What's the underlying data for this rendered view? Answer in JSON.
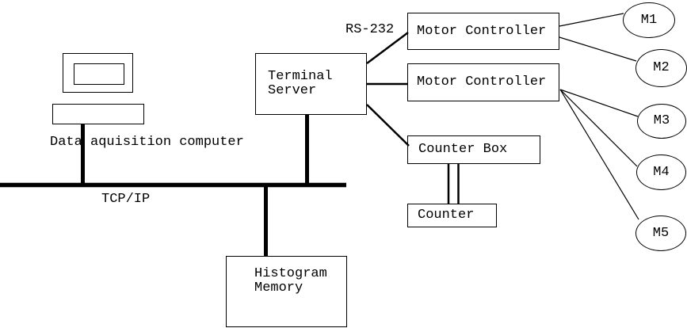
{
  "diagram": {
    "title_none": "",
    "labels": {
      "computer_caption": "Data aquisition computer",
      "network_bus": "TCP/IP",
      "serial_link": "RS-232"
    },
    "nodes": {
      "terminal_server": "Terminal\nServer",
      "motor_controller_1": "Motor Controller",
      "motor_controller_2": "Motor Controller",
      "counter_box": "Counter Box",
      "counter": "Counter",
      "histogram_memory": "Histogram\nMemory"
    },
    "motors": [
      {
        "label": "M1"
      },
      {
        "label": "M2"
      },
      {
        "label": "M3"
      },
      {
        "label": "M4"
      },
      {
        "label": "M5"
      }
    ],
    "colors": {
      "foreground": "#000000",
      "background": "#ffffff"
    }
  }
}
